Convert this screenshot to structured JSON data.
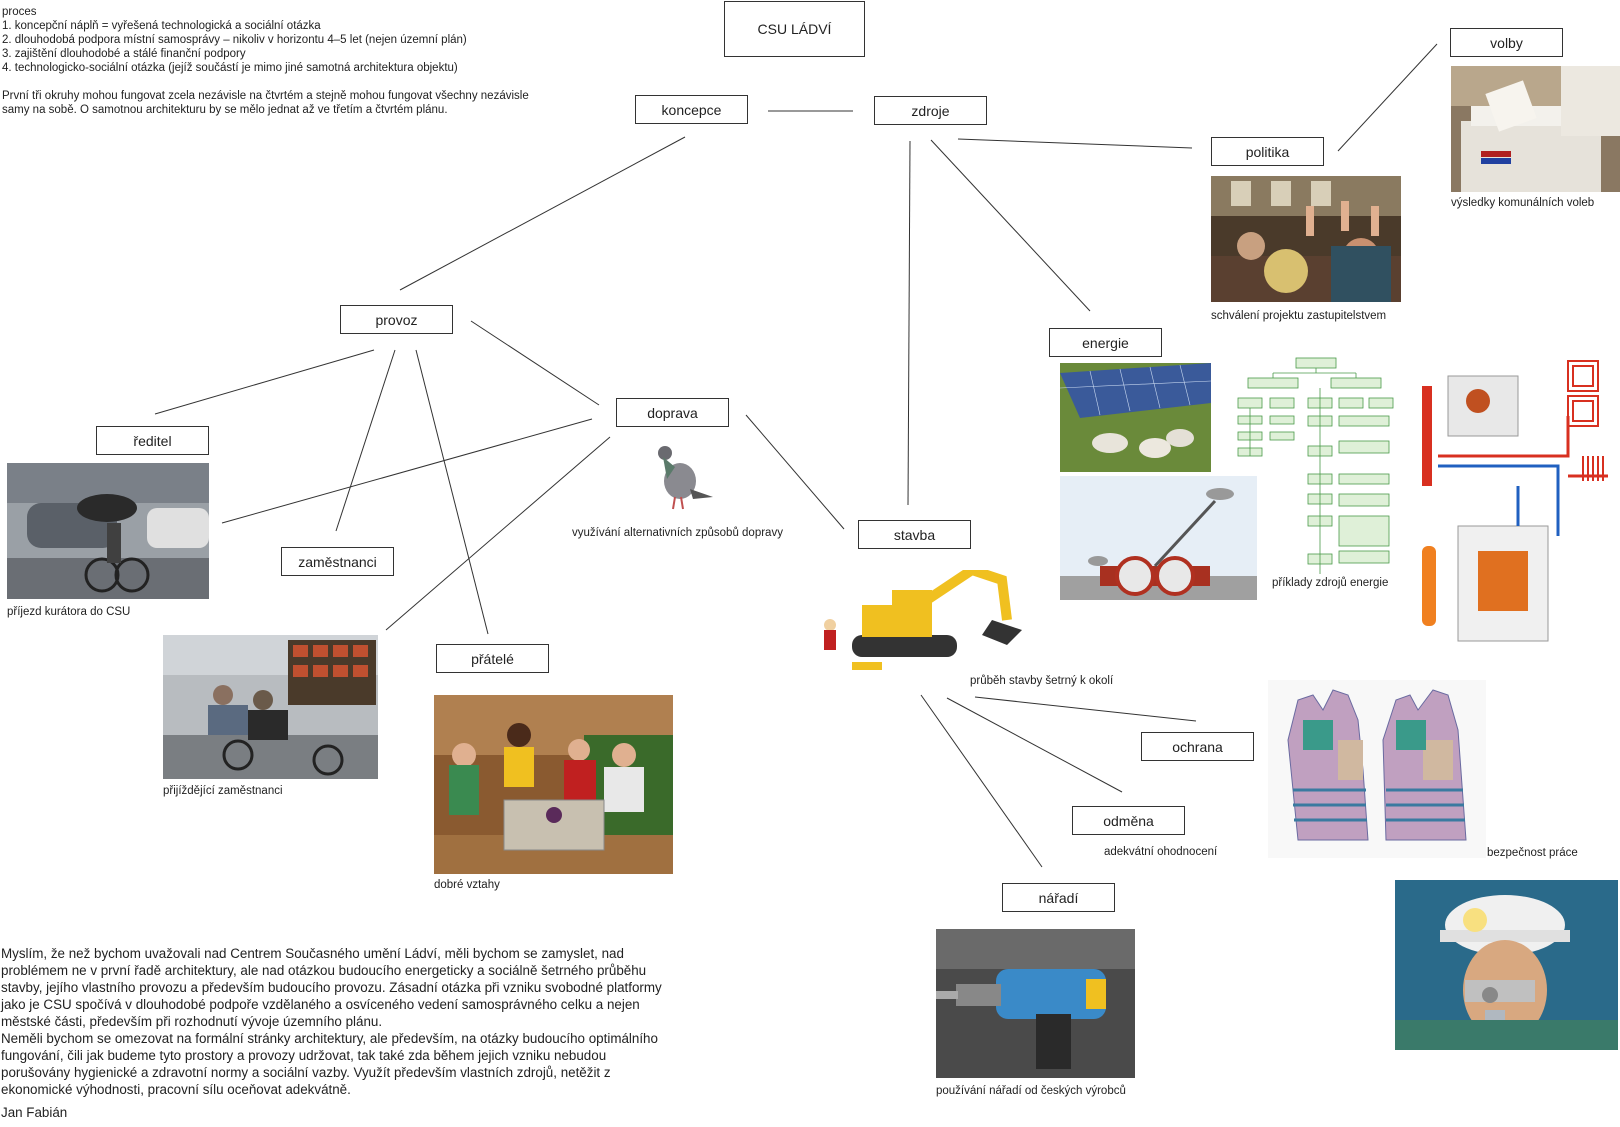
{
  "intro": {
    "title": "proces",
    "items": [
      "1. koncepční náplň = vyřešená technologická a sociální otázka",
      "2. dlouhodobá podpora místní samosprávy – nikoliv v horizontu 4–5 let (nejen územní plán)",
      "3. zajištění dlouhodobé a stálé finanční podpory",
      "4. technologicko-sociální otázka (jejíž součástí je mimo jiné samotná architektura objektu)"
    ],
    "note_line1": "První tři okruhy mohou fungovat zcela nezávisle na čtvrtém a stejně mohou fungovat všechny nezávisle",
    "note_line2": "samy na sobě. O samotnou architekturu by se mělo jednat až ve třetím a čtvrtém plánu."
  },
  "nodes": {
    "root": "CSU LÁDVÍ",
    "koncepce": "koncepce",
    "zdroje": "zdroje",
    "volby": "volby",
    "politika": "politika",
    "provoz": "provoz",
    "energie": "energie",
    "doprava": "doprava",
    "reditel": "ředitel",
    "zamestnanci": "zaměstnanci",
    "pratele": "přátelé",
    "stavba": "stavba",
    "ochrana": "ochrana",
    "odmena": "odměna",
    "naradi": "nářadí"
  },
  "captions": {
    "volby": "výsledky komunálních voleb",
    "politika": "schválení projektu zastupitelstvem",
    "energie": "příklady zdrojů energie",
    "doprava": "využívání alternativních způsobů dopravy",
    "reditel": "příjezd kurátora do CSU",
    "zamestnanci": "přijíždějící zaměstnanci",
    "pratele": "dobré vztahy",
    "stavba": "průběh stavby šetrný k okolí",
    "odmena": "adekvátní ohodnocení",
    "ochrana": "bezpečnost práce",
    "naradi": "používání nářadí od českých výrobců"
  },
  "essay": {
    "p1": "Myslím, že než bychom uvažovali nad Centrem Současného umění Ládví, měli bychom se zamyslet, nad problémem ne v první řadě architektury, ale nad otázkou budoucího energeticky a sociálně šetrného průběhu stavby, jejího vlastního provozu a především budoucího provozu. Zásadní otázka při vzniku svobodné platformy jako je CSU spočívá v dlouhodobé podpoře vzdělaného a osvíceného vedení samosprávného celku a nejen městské části, především při rozhodnutí vývoje územního plánu.",
    "p2": "Neměli bychom se omezovat na formální stránky architektury, ale především, na otázky budoucího optimálního fungování, čili jak budeme tyto prostory a provozy udržovat, tak také zda během jejich vzniku nebudou porušovány hygienické a zdravotní normy a sociální vazby. Využít především vlastních zdrojů, netěžit z ekonomické výhodnosti, pracovní sílu oceňovat adekvátně.",
    "author": "Jan Fabián"
  }
}
